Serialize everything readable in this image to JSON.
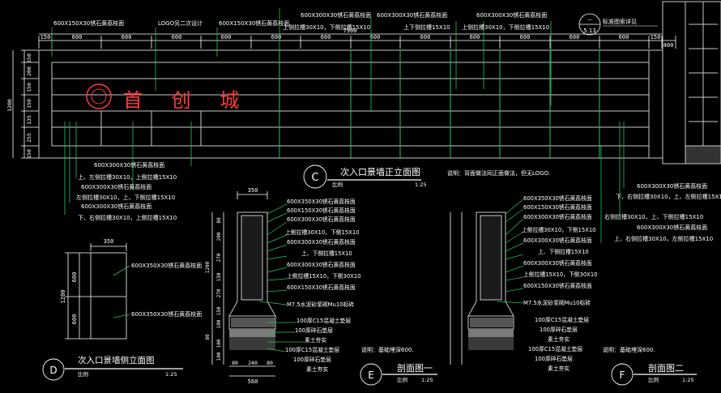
{
  "elevation": {
    "title_letter": "C",
    "title": "次入口景墙正立面图",
    "scale_label": "比例",
    "scale": "1:25",
    "note": "说明：背面做法同正面做法，但无LOGO.",
    "logo_text": "首 创 城",
    "overall_dim": "7900",
    "dims_top": [
      "150",
      "600",
      "600",
      "600",
      "600",
      "600",
      "600",
      "600",
      "600",
      "600",
      "600",
      "600",
      "600",
      "150",
      "400"
    ],
    "dims_left": [
      "150",
      "200",
      "150",
      "150",
      "135",
      "255",
      "150",
      "1200"
    ],
    "top_callouts": [
      "600X150X30锈石黄荔枝面",
      "LOGO另二次设计",
      "600X150X30锈石黄荔枝面",
      "600X300X30锈石黄荔枝面",
      "上侧拉槽30X10，下侧拉槽15X10",
      "600X300X30锈石黄荔枝面",
      "上下侧拉槽15X10",
      "600X300X30锈石黄荔枝面",
      "上侧拉槽30X10，下侧拉槽15X10"
    ],
    "detail_ref_note": "标准图索详见",
    "detail_ref_top": "—",
    "detail_ref_bottom": "5.13",
    "bottom_callouts": [
      "600X300X30锈石黄荔枝面",
      "上、左侧拉槽30X10，上侧拉槽15X10",
      "600X300X30锈石黄荔枝面",
      "左侧拉槽30X10，上、下侧拉槽15X10",
      "600X300X30锈石黄荔枝面",
      "下、右侧拉槽30X10，上侧拉槽15X10"
    ],
    "right_callouts": [
      "600X300X30锈石黄荔枝面",
      "下、右侧拉槽30X10，上、左侧拉槽15X10",
      "右侧拉槽30X10，上、下侧拉槽15X10",
      "600X300X30锈石黄荔枝面",
      "上、右侧拉槽30X10，左侧拉槽15X10"
    ]
  },
  "side": {
    "title_letter": "D",
    "title": "次入口景墙侧立面图",
    "scale_label": "比例",
    "scale": "1:25",
    "width": "350",
    "height": "1200",
    "h1": "600",
    "h2": "600",
    "callout1": "600X350X30锈石黄荔枝面",
    "callout2": "600X350X30锈石黄荔枝面"
  },
  "section1": {
    "title_letter": "E",
    "title": "剖面图一",
    "scale_label": "比例",
    "scale": "1:25",
    "note": "说明：基础埋深600.",
    "top_dim": "350",
    "bottom_dims": [
      "80",
      "240",
      "80"
    ],
    "base_dim": "560",
    "left_dims": [
      "80",
      "200",
      "270",
      "1200",
      "150",
      "270",
      "150",
      "100",
      "80",
      "100",
      "100"
    ],
    "callouts": [
      "600X350X30锈石黄荔枝面",
      "600X150X30锈石黄荔枝面",
      "600X300X30锈石黄荔枝面",
      "上侧拉槽30X10，下侧15X10",
      "600X300X30锈石黄荔枝面",
      "上、下侧拉槽15X10",
      "600X300X30锈石黄荔枝面",
      "上侧拉槽15X10，下侧30X10",
      "600X150X30锈石黄荔枝面",
      "M7.5水泥砂浆砌Mu10标砖",
      "100厚C15混凝土垫层",
      "100厚碎石垫层",
      "素土夯实",
      "100厚C15混凝土垫层",
      "100厚碎石垫层",
      "素土夯实"
    ]
  },
  "section2": {
    "title_letter": "F",
    "title": "剖面图二",
    "scale_label": "比例",
    "scale": "1:25",
    "note": "说明：基础埋深600.",
    "callouts": [
      "600X350X30锈石黄荔枝面",
      "600X150X30锈石黄荔枝面",
      "600X300X30锈石黄荔枝面",
      "上侧拉槽30X10，下侧15X10",
      "600X300X30锈石黄荔枝面",
      "上、下侧拉槽15X10",
      "600X300X30锈石黄荔枝面",
      "上侧拉槽15X10，下侧30X10",
      "600X150X30锈石黄荔枝面",
      "M7.5水泥砂浆砌Mu10标砖",
      "100厚C15混凝土垫层",
      "100厚碎石垫层",
      "素土夯实",
      "100厚C15混凝土垫层",
      "100厚碎石垫层",
      "素土夯实"
    ]
  },
  "colors": {
    "background": "#000000",
    "line": "#ffffff",
    "wall": "#c8c8c8",
    "red": "#ff3b3b",
    "green": "#22c55e",
    "yellow": "#ffd83a",
    "hatch": "#bdbdbd"
  }
}
